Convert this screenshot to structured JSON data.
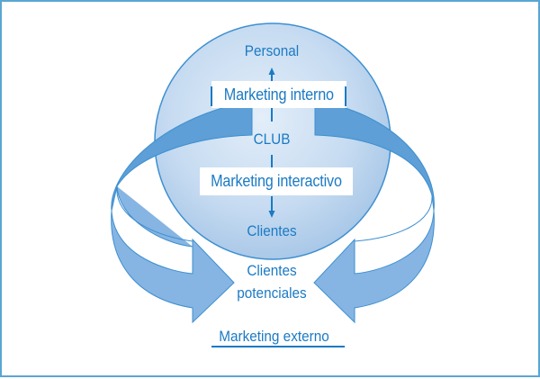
{
  "diagram": {
    "top_label": "Personal",
    "internal_marketing_label": "Marketing interno",
    "center_label": "CLUB",
    "interactive_marketing_label": "Marketing interactivo",
    "bottom_label": "Clientes",
    "prospects_label_line1": "Clientes",
    "prospects_label_line2": "potenciales",
    "external_marketing_label": "Marketing externo",
    "colors": {
      "text": "#1b7ac4",
      "border": "#5aa6d3",
      "sphere_light": "#dbe8f6",
      "sphere_dark": "#a9c8e8",
      "arrow_dark": "#5d9fd6",
      "arrow_light": "#86b5e3",
      "outline": "#3d8fd0"
    },
    "flows": [
      {
        "from": "CLUB",
        "to": "Personal",
        "via": "Marketing interno"
      },
      {
        "from": "CLUB",
        "to": "Clientes",
        "via": "Marketing interactivo"
      },
      {
        "from": "CLUB",
        "to": "Clientes potenciales",
        "via": "Marketing externo"
      }
    ]
  }
}
